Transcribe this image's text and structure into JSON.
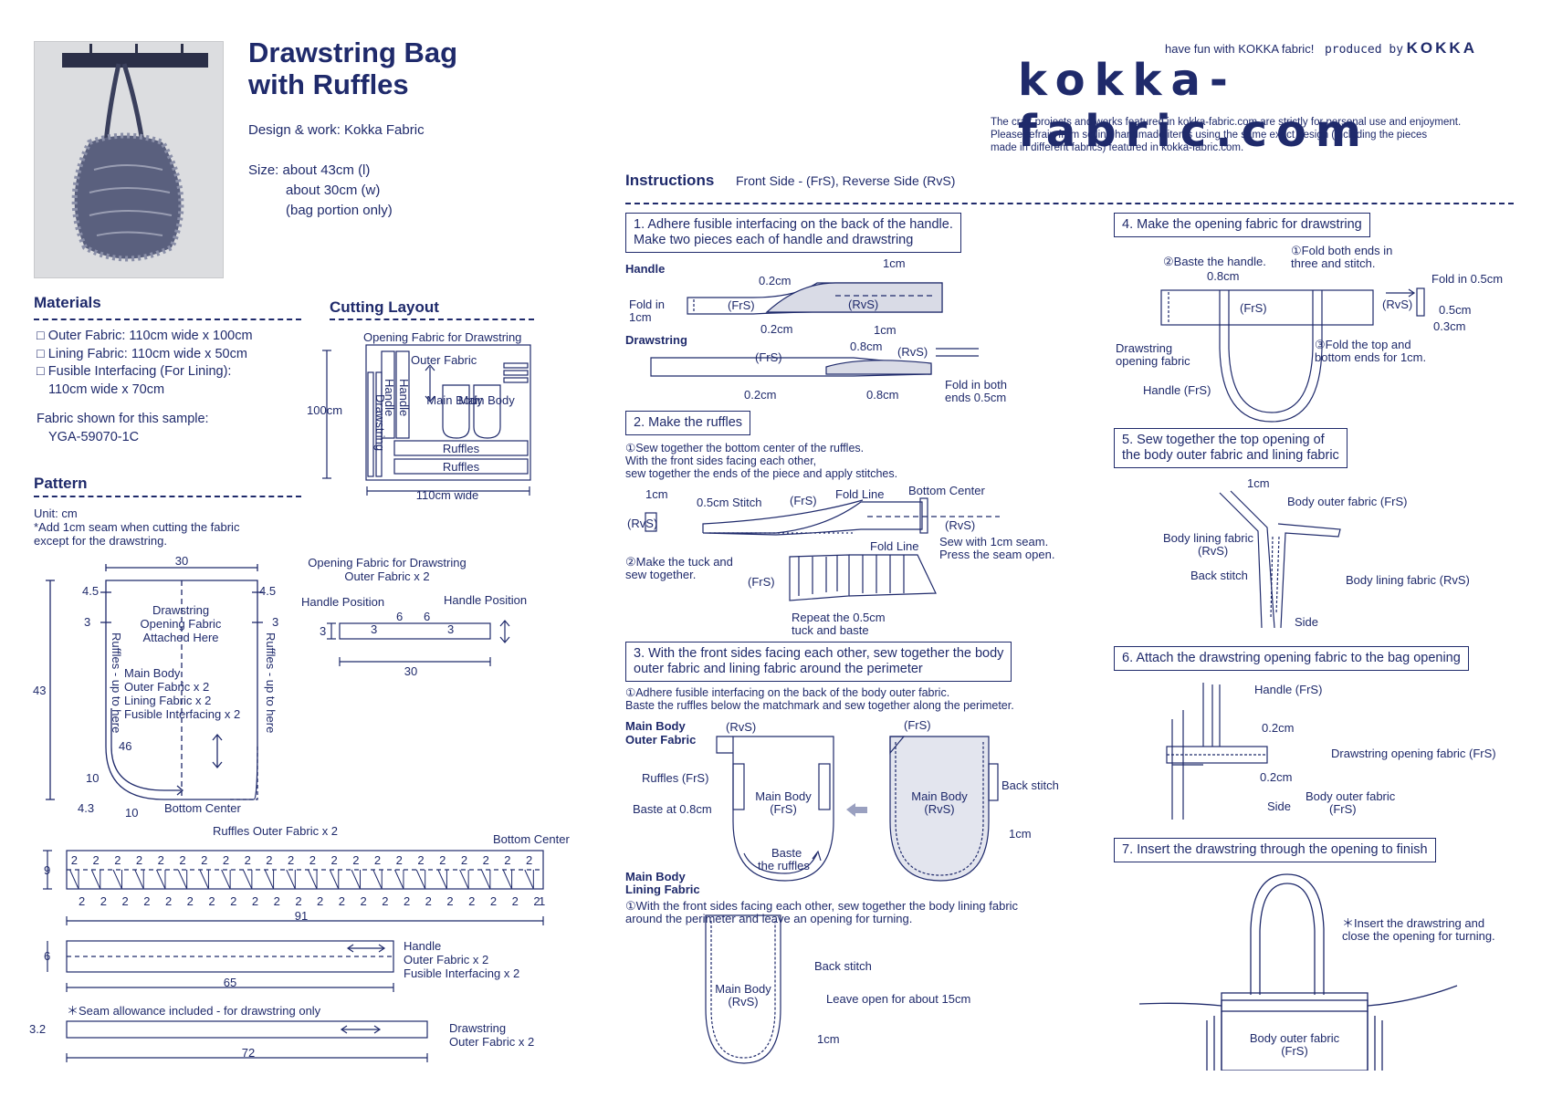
{
  "header": {
    "title_line1": "Drawstring Bag",
    "title_line2": "with Ruffles",
    "design_credit": "Design & work: Kokka Fabric",
    "size_line1": "Size: about 43cm (l)",
    "size_line2": "about 30cm (w)",
    "size_line3": "(bag portion only)",
    "tagline": "have fun with KOKKA fabric!",
    "produced_by": "produced by",
    "producer": "KOKKA",
    "brand": "kokka-fabric.com",
    "notice_line1": "The craft projects and works featured in kokka-fabric.com are strictly for personal use and enjoyment.",
    "notice_line2": "Please refrain from selling handmade items using the same exact design (including the pieces",
    "notice_line3": "made in different fabrics) featured in kokka-fabric.com."
  },
  "materials": {
    "heading": "Materials",
    "items": [
      "□ Outer Fabric: 110cm wide x 100cm",
      "□ Lining Fabric: 110cm wide x 50cm",
      "□ Fusible Interfacing (For Lining):",
      "110cm wide x 70cm"
    ],
    "sample_label": "Fabric shown for this sample:",
    "sample_code": "YGA-59070-1C"
  },
  "cutting": {
    "heading": "Cutting Layout",
    "opening_label": "Opening Fabric for Drawstring",
    "outer_label": "Outer Fabric",
    "height": "100cm",
    "drawstring": "Drawstring",
    "handle1": "Handle",
    "handle2": "Handle",
    "main_body": "Main Body",
    "ruffles": "Ruffles",
    "width": "110cm wide"
  },
  "pattern": {
    "heading": "Pattern",
    "unit": "Unit: cm",
    "note1": "*Add 1cm seam when cutting the fabric",
    "note2": "except for the drawstring.",
    "body_width": "30",
    "body_height": "43",
    "dim_45": "4.5",
    "dim_3": "3",
    "dim_46": "46",
    "dim_10": "10",
    "dim_43": "4.3",
    "ruffles_side": "Ruffles - up to here",
    "opening_attached": "Drawstring Opening Fabric Attached Here",
    "body_lines": [
      "Main Body",
      "Outer Fabric x 2",
      "Lining Fabric x 2",
      "Fusible Interfacing x 2"
    ],
    "bottom_center": "Bottom Center",
    "opening_title1": "Opening Fabric for Drawstring",
    "opening_title2": "Outer Fabric x 2",
    "handle_position": "Handle Position",
    "dim_6": "6",
    "dim_30b": "30",
    "ruffles_label": "Ruffles  Outer Fabric x 2",
    "ruffles_height": "9",
    "ruffles_length": "91",
    "ruffle_marks": "2",
    "ruffle_end": "1",
    "handle_label": [
      "Handle",
      "Outer Fabric x 2",
      "Fusible Interfacing x 2"
    ],
    "handle_h": "6",
    "handle_len": "65",
    "seam_note": "＊Seam allowance included - for drawstring only",
    "draw_h": "3.2",
    "draw_len": "72",
    "draw_label": [
      "Drawstring",
      "Outer Fabric x 2"
    ]
  },
  "instructions": {
    "heading": "Instructions",
    "legend": "Front Side - (FrS), Reverse Side (RvS)",
    "step1": [
      "1. Adhere fusible interfacing on the back of the handle.",
      "Make two pieces each of handle and drawstring"
    ],
    "handle": "Handle",
    "drawstring": "Drawstring",
    "fold_in": "Fold in",
    "one_cm": "1cm",
    "frs": "(FrS)",
    "rvs": "(RvS)",
    "c02": "0.2cm",
    "c08": "0.8cm",
    "c05": "0.5cm",
    "c03": "0.3cm",
    "fold_both": [
      "Fold in both",
      "ends 0.5cm"
    ],
    "step2": "2. Make the ruffles",
    "step2_a": [
      "①Sew together the bottom center of the ruffles.",
      "With the front sides facing each other,",
      "sew together the ends of the piece and apply stitches."
    ],
    "stitch05": "0.5cm Stitch",
    "fold_line": "Fold Line",
    "bottom_center": "Bottom Center",
    "sew_1cm": [
      "Sew with 1cm seam.",
      "Press the seam open."
    ],
    "step2_b": [
      "②Make the tuck and",
      "sew together."
    ],
    "repeat": [
      "Repeat the 0.5cm",
      "tuck and baste"
    ],
    "step3": [
      "3. With the front sides facing each other, sew together the body",
      "outer fabric and lining fabric around the perimeter"
    ],
    "step3_a": [
      "①Adhere fusible interfacing on the back of the body outer fabric.",
      "Baste the ruffles below the matchmark and sew together along the perimeter."
    ],
    "main_body_outer": [
      "Main Body",
      "Outer Fabric"
    ],
    "ruffles_frs": "Ruffles (FrS)",
    "baste08": "Baste at 0.8cm",
    "main_body_frs": [
      "Main Body",
      "(FrS)"
    ],
    "main_body_rvs": [
      "Main Body",
      "(RvS)"
    ],
    "baste_ruffles": [
      "Baste",
      "the ruffles"
    ],
    "back_stitch": "Back stitch",
    "main_body_lining": [
      "Main Body",
      "Lining Fabric"
    ],
    "lining_note": [
      "①With the front sides facing each other, sew together the body lining fabric",
      "around the perimeter and leave an opening for turning."
    ],
    "leave_open": "Leave open for about 15cm",
    "step4": "4. Make the opening fabric for drawstring",
    "fold_both_ends": [
      "①Fold both ends in",
      "three and stitch."
    ],
    "baste_handle": "②Baste the handle.",
    "fold_in_05": "Fold in 0.5cm",
    "fold_top": [
      "③Fold the top and",
      "bottom ends for 1cm."
    ],
    "drawstring_opening": [
      "Drawstring",
      "opening fabric"
    ],
    "handle_frs": "Handle (FrS)",
    "step5": [
      "5. Sew together the top opening of",
      "the body outer fabric and lining fabric"
    ],
    "body_outer_frs": "Body outer fabric (FrS)",
    "body_lining_rvs": [
      "Body lining fabric",
      "(RvS)"
    ],
    "body_lining_rvs2": "Body lining fabric (RvS)",
    "side": "Side",
    "step6": "6. Attach the drawstring opening fabric to the bag opening",
    "drawstring_opening_frs": "Drawstring opening fabric (FrS)",
    "body_outer": [
      "Body outer fabric",
      "(FrS)"
    ],
    "step7": "7. Insert the drawstring through the opening to finish",
    "insert_note": [
      "＊Insert the drawstring and",
      "close the opening for turning."
    ]
  }
}
